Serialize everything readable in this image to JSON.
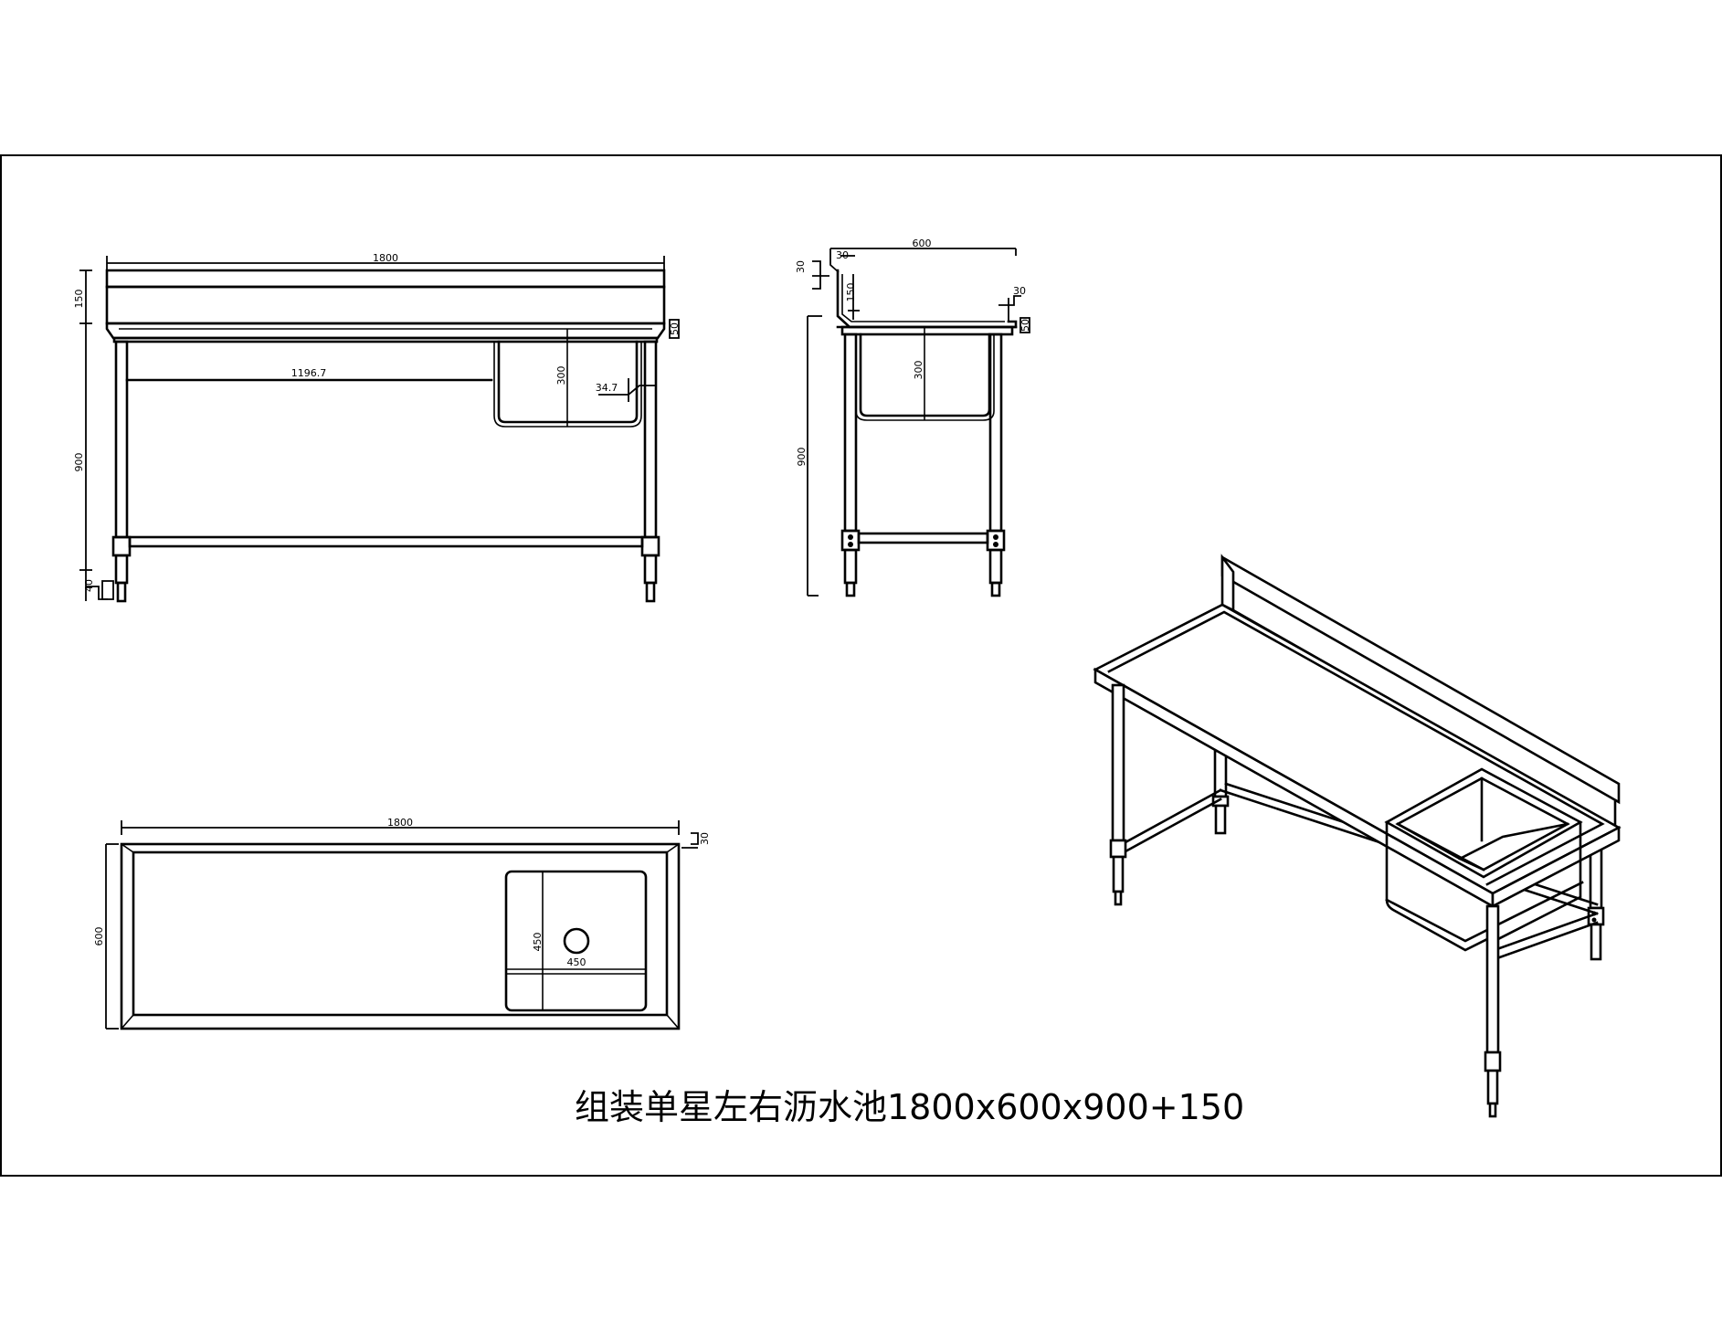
{
  "title": "组装单星左右沥水池1800x600x900+150",
  "front_view": {
    "width": "1800",
    "backsplash": "150",
    "leg_height": "900",
    "foot": "40",
    "drainer_length": "1196.7",
    "basin_depth": "300",
    "edge_offset": "34.7",
    "edge_height": "50"
  },
  "side_view": {
    "depth": "600",
    "backsplash_top": "30",
    "backsplash_return": "30",
    "backsplash": "150",
    "front_lip": "30",
    "edge_height": "50",
    "basin_depth": "300",
    "leg_height": "900"
  },
  "top_view": {
    "width": "1800",
    "depth": "600",
    "rim": "30",
    "basin_width": "450",
    "basin_length": "450"
  },
  "colors": {
    "line": "#000000",
    "background": "#ffffff"
  }
}
